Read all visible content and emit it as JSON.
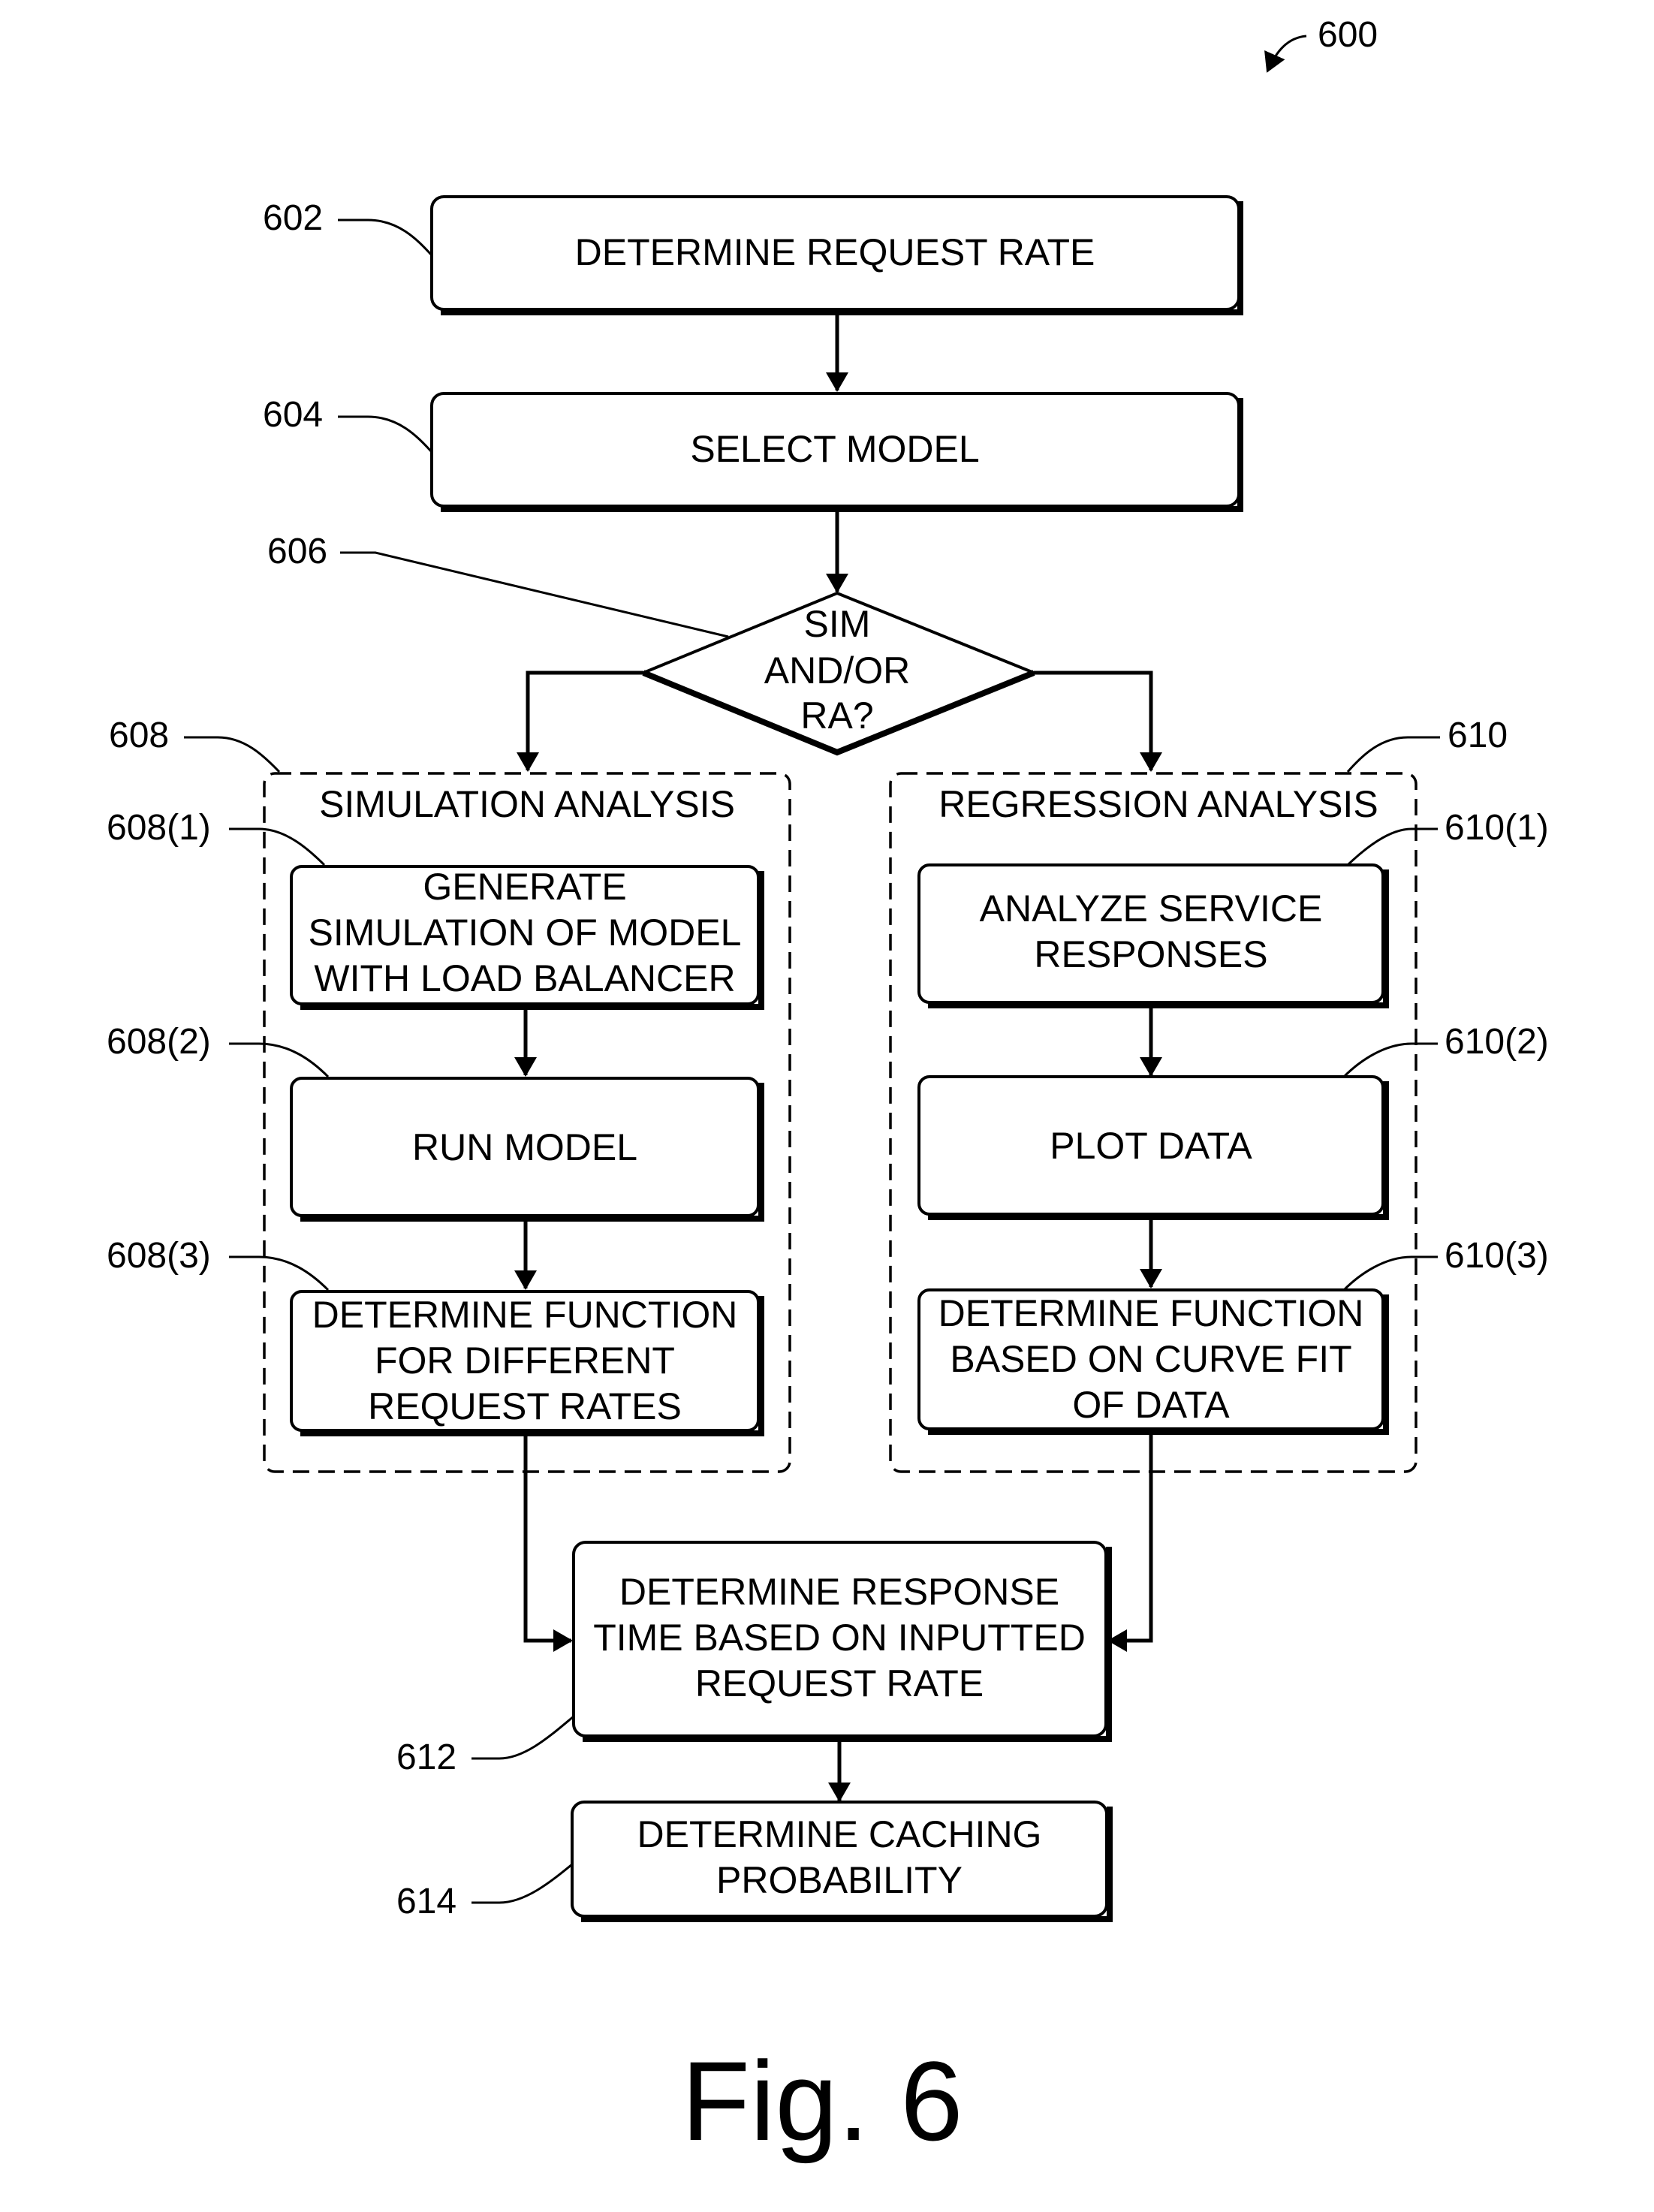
{
  "figure": {
    "ref_number": "600",
    "caption": "Fig. 6"
  },
  "steps": {
    "s602": {
      "ref": "602",
      "lines": [
        "DETERMINE REQUEST RATE"
      ]
    },
    "s604": {
      "ref": "604",
      "lines": [
        "SELECT MODEL"
      ]
    },
    "s606": {
      "ref": "606",
      "lines": [
        "SIM",
        "AND/OR",
        "RA?"
      ]
    },
    "s608": {
      "ref": "608",
      "title": "SIMULATION ANALYSIS"
    },
    "s608_1": {
      "ref": "608(1)",
      "lines": [
        "GENERATE",
        "SIMULATION OF MODEL",
        "WITH LOAD BALANCER"
      ]
    },
    "s608_2": {
      "ref": "608(2)",
      "lines": [
        "RUN MODEL"
      ]
    },
    "s608_3": {
      "ref": "608(3)",
      "lines": [
        "DETERMINE FUNCTION",
        "FOR DIFFERENT",
        "REQUEST RATES"
      ]
    },
    "s610": {
      "ref": "610",
      "title": "REGRESSION ANALYSIS"
    },
    "s610_1": {
      "ref": "610(1)",
      "lines": [
        "ANALYZE SERVICE",
        "RESPONSES"
      ]
    },
    "s610_2": {
      "ref": "610(2)",
      "lines": [
        "PLOT DATA"
      ]
    },
    "s610_3": {
      "ref": "610(3)",
      "lines": [
        "DETERMINE FUNCTION",
        "BASED ON CURVE FIT",
        "OF DATA"
      ]
    },
    "s612": {
      "ref": "612",
      "lines": [
        "DETERMINE RESPONSE",
        "TIME BASED ON INPUTTED",
        "REQUEST RATE"
      ]
    },
    "s614": {
      "ref": "614",
      "lines": [
        "DETERMINE CACHING",
        "PROBABILITY"
      ]
    }
  }
}
